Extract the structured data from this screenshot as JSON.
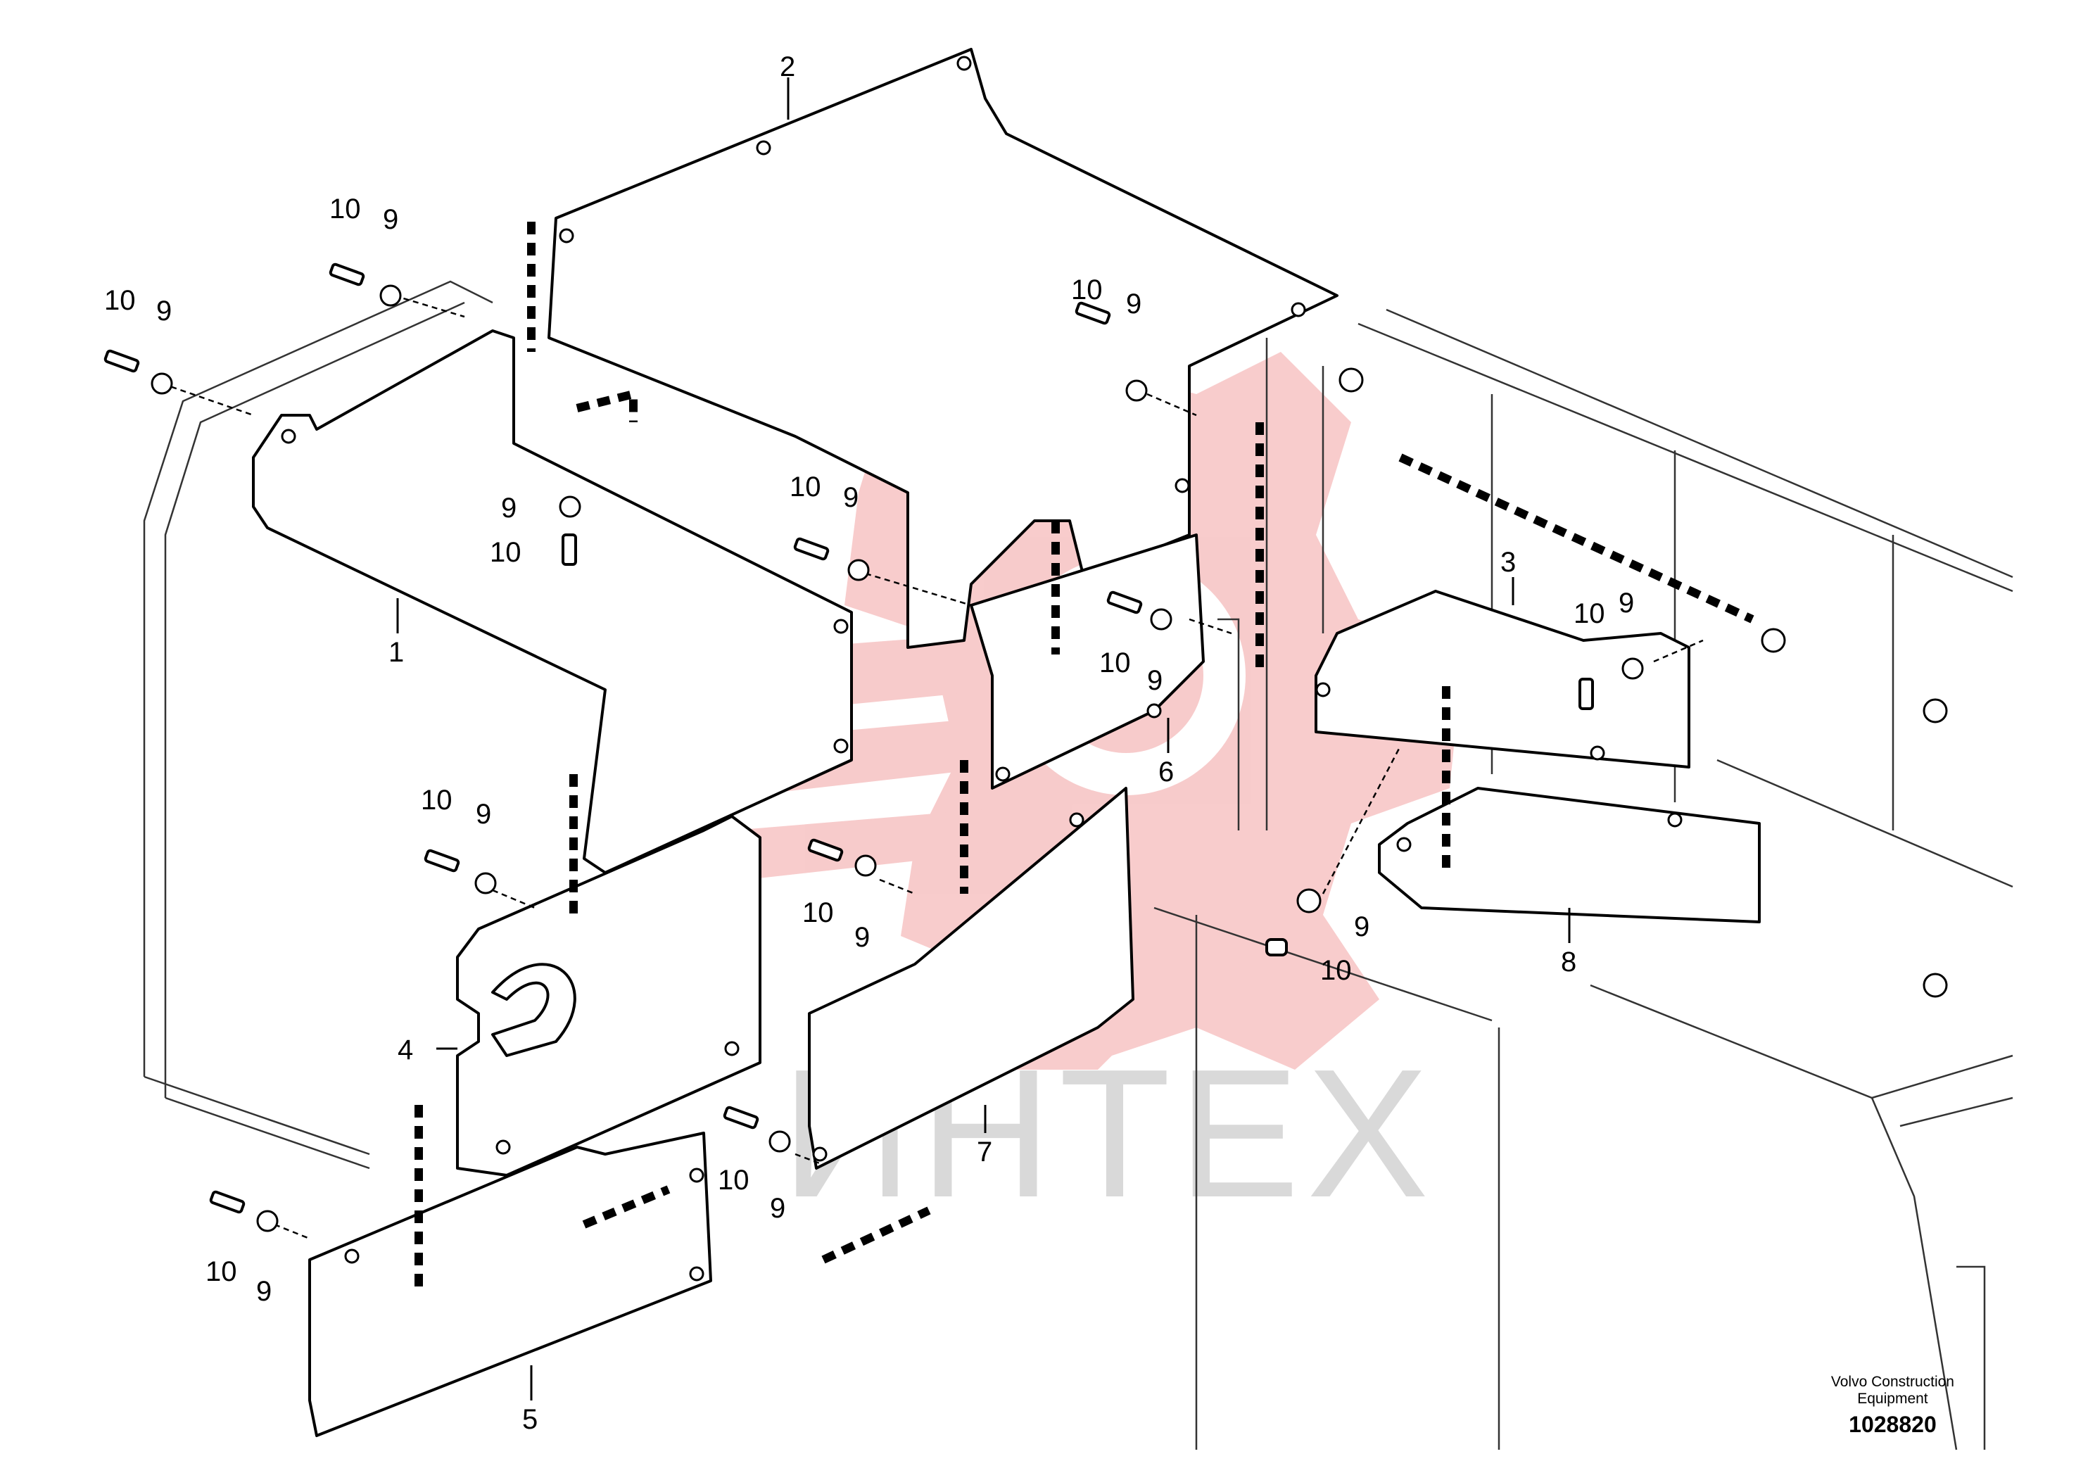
{
  "watermark": {
    "text": "ИНТЕХ",
    "logo_color": "#f7c6c6",
    "text_color": "#d9d9d9"
  },
  "imprint": {
    "brand_line1": "Volvo Construction",
    "brand_line2": "Equipment",
    "document_number": "1028820"
  },
  "callouts": {
    "p1": "1",
    "p2": "2",
    "p3": "3",
    "p4": "4",
    "p5": "5",
    "p6": "6",
    "p7": "7",
    "p8": "8",
    "washer": "9",
    "screw": "10"
  }
}
